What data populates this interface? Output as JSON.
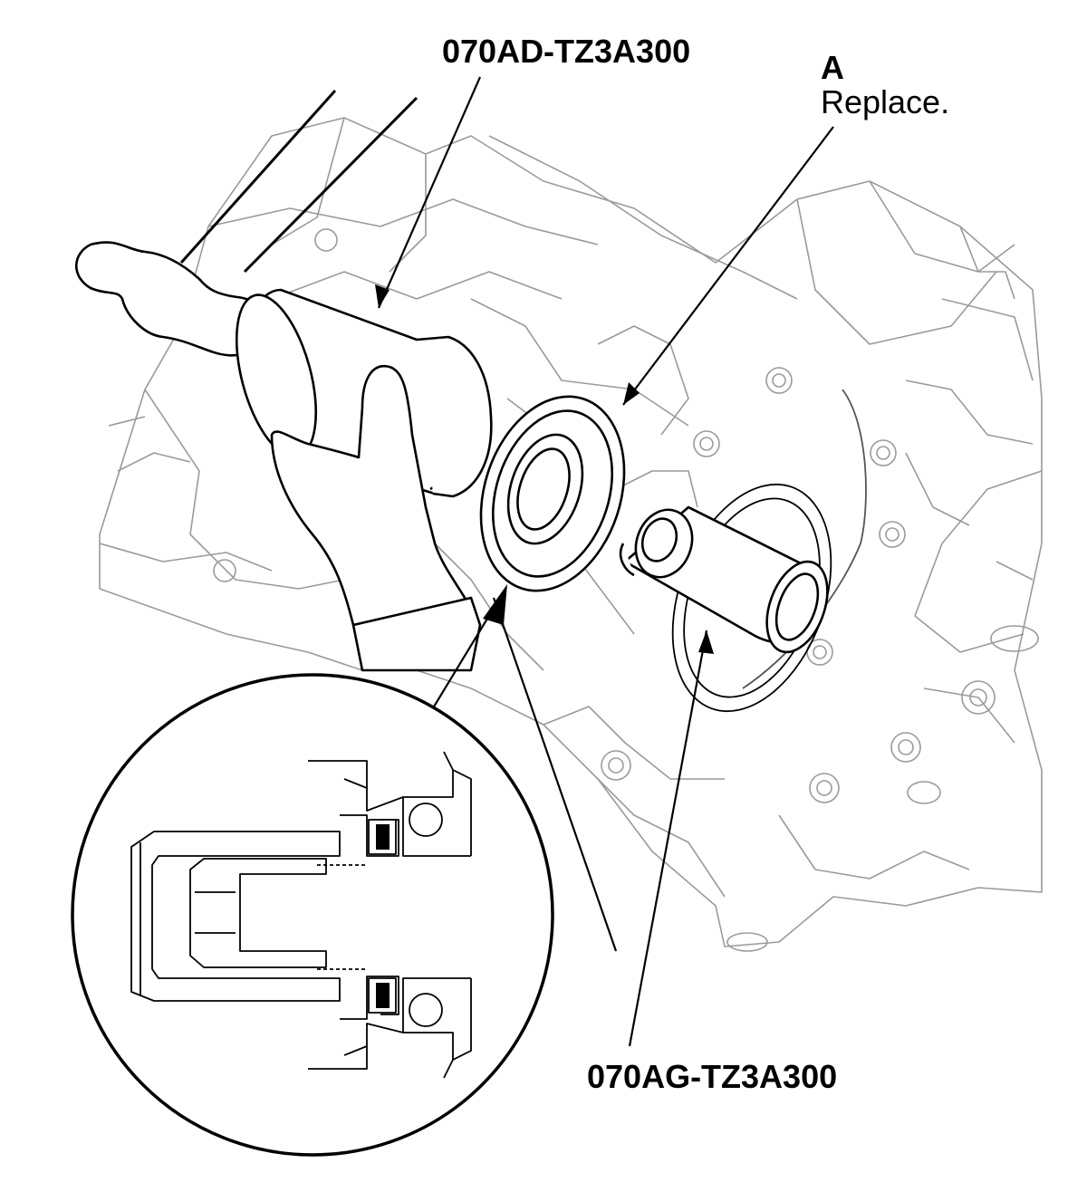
{
  "labels": {
    "tool_upper": "070AD-TZ3A300",
    "callout_letter": "A",
    "callout_note": "Replace.",
    "tool_lower": "070AG-TZ3A300"
  },
  "colors": {
    "line": "#000000",
    "faint": "#9a9a9a",
    "background": "#ffffff"
  }
}
